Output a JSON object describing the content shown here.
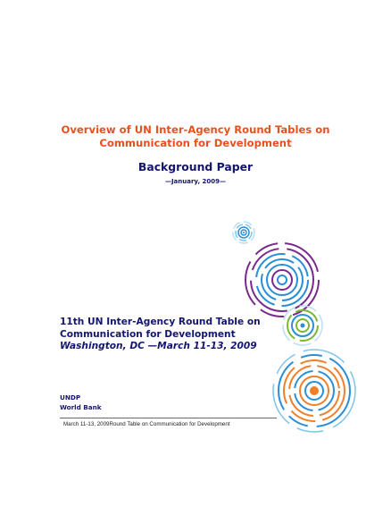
{
  "document": {
    "title_line1": "Overview of UN Inter-Agency Round Tables on",
    "title_line2": "Communication for Development",
    "subtitle": "Background Paper",
    "date": "—January, 2009—",
    "event_line1": "11th UN Inter-Agency Round Table on",
    "event_line2": "Communication for Development",
    "event_line3": "Washington, DC —March 11-13, 2009",
    "org1": "UNDP",
    "org2": "World Bank",
    "footer": "March 11-13, 2009Round Table on Communication for Development"
  },
  "colors": {
    "title": "#e8501e",
    "heading": "#14166e",
    "purple": "#7a2a8e",
    "blue": "#2a8fd6",
    "light_blue": "#7ec3ea",
    "green": "#7cb82f",
    "orange": "#f07f2a"
  },
  "icons": [
    "concentric-circles-decoration"
  ]
}
